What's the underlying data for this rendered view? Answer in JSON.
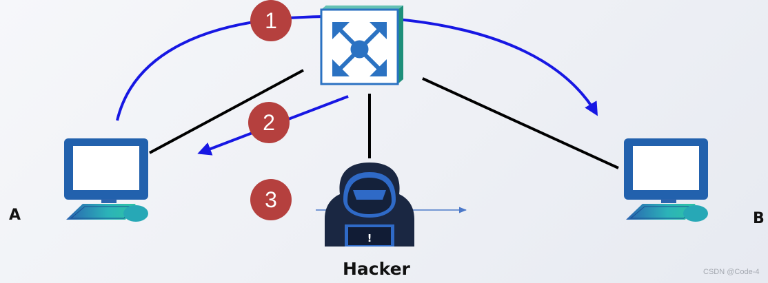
{
  "labels": {
    "node_a": "A",
    "node_b": "B",
    "hacker": "Hacker"
  },
  "steps": [
    "1",
    "2",
    "3"
  ],
  "watermark": "CSDN @Code-4",
  "icons": {
    "switch": "network-switch-icon",
    "computer_a": "desktop-computer-icon",
    "computer_b": "desktop-computer-icon",
    "hacker": "hooded-hacker-icon",
    "hacker_screen_mark": "!"
  },
  "colors": {
    "arrow": "#1717e3",
    "link": "#000000",
    "step_badge": "#b5403e",
    "switch_blue": "#2b72c2",
    "computer_blue": "#2261ad",
    "hacker_dark": "#1a2742",
    "sniff_line": "#4b78c8"
  }
}
